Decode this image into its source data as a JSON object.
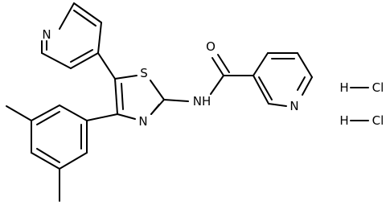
{
  "atoms": {
    "pyridyl_top_n": "N",
    "thiazole_s": "S",
    "thiazole_n": "N",
    "amide_nh": "NH",
    "carbonyl_o": "O",
    "pyridine_right_n": "N"
  },
  "salt": [
    {
      "h": "H",
      "cl": "Cl"
    },
    {
      "h": "H",
      "cl": "Cl"
    }
  ],
  "colors": {
    "ink": "#000000",
    "background": "#ffffff"
  }
}
